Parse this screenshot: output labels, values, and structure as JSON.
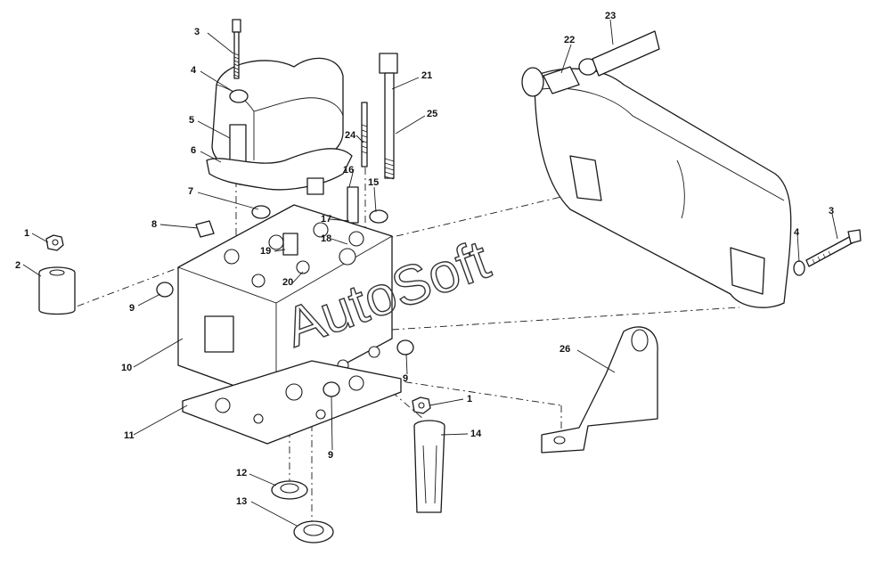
{
  "callouts": {
    "c1a": "1",
    "c2": "2",
    "c3a": "3",
    "c4a": "4",
    "c5": "5",
    "c6": "6",
    "c7": "7",
    "c8": "8",
    "c9a": "9",
    "c9b": "9",
    "c9c": "9",
    "c10": "10",
    "c11": "11",
    "c12": "12",
    "c13": "13",
    "c14": "14",
    "c15": "15",
    "c16": "16",
    "c17": "17",
    "c18": "18",
    "c19": "19",
    "c20": "20",
    "c21": "21",
    "c22": "22",
    "c23": "23",
    "c24": "24",
    "c25": "25",
    "c26": "26",
    "c1b": "1",
    "c3b": "3",
    "c4b": "4"
  },
  "watermark": "AutoSoft"
}
